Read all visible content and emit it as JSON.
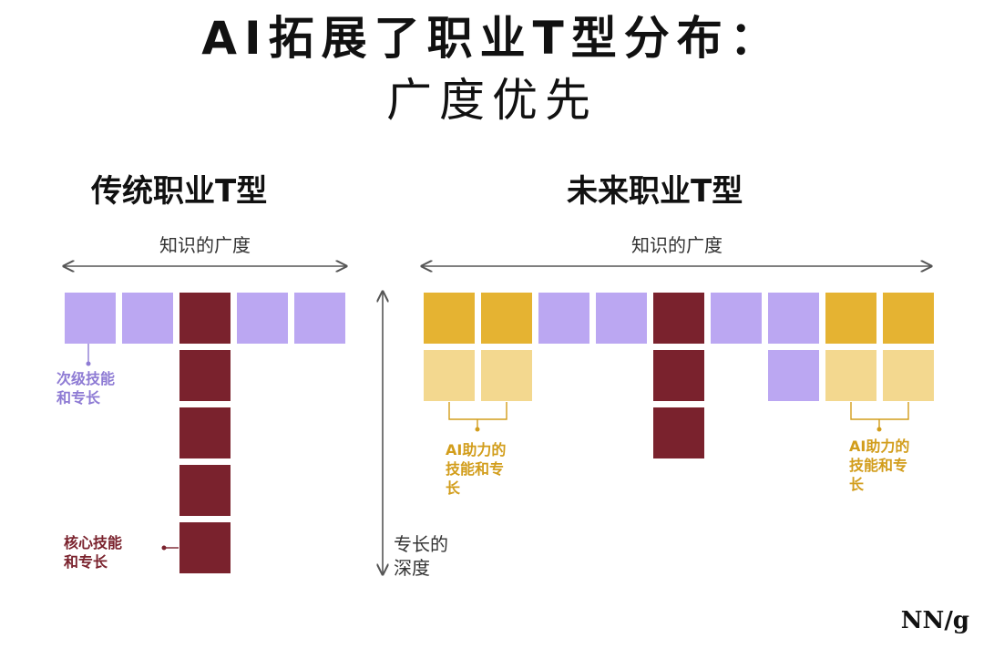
{
  "title": {
    "line1": "AI拓展了职业T型分布：",
    "line2": "广度优先"
  },
  "traditional": {
    "heading": "传统职业T型",
    "breadth_label": "知识的广度",
    "secondary_note_line1": "次级技能",
    "secondary_note_line2": "和专长",
    "core_note_line1": "核心技能",
    "core_note_line2": "和专长"
  },
  "future": {
    "heading": "未来职业T型",
    "breadth_label": "知识的广度",
    "ai_note_left_line1": "AI助力的",
    "ai_note_left_line2": "技能和专",
    "ai_note_left_line3": "长",
    "ai_note_right_line1": "AI助力的",
    "ai_note_right_line2": "技能和专",
    "ai_note_right_line3": "长"
  },
  "depth_axis": {
    "label_line1": "专长的",
    "label_line2": "深度"
  },
  "brand": {
    "logo": "NN/g"
  },
  "colors": {
    "secondary": "#bba7f2",
    "core": "#7a222d",
    "ai_assisted": "#e5b332",
    "ai_assisted_light": "#f3d88f",
    "axis": "#555555"
  }
}
